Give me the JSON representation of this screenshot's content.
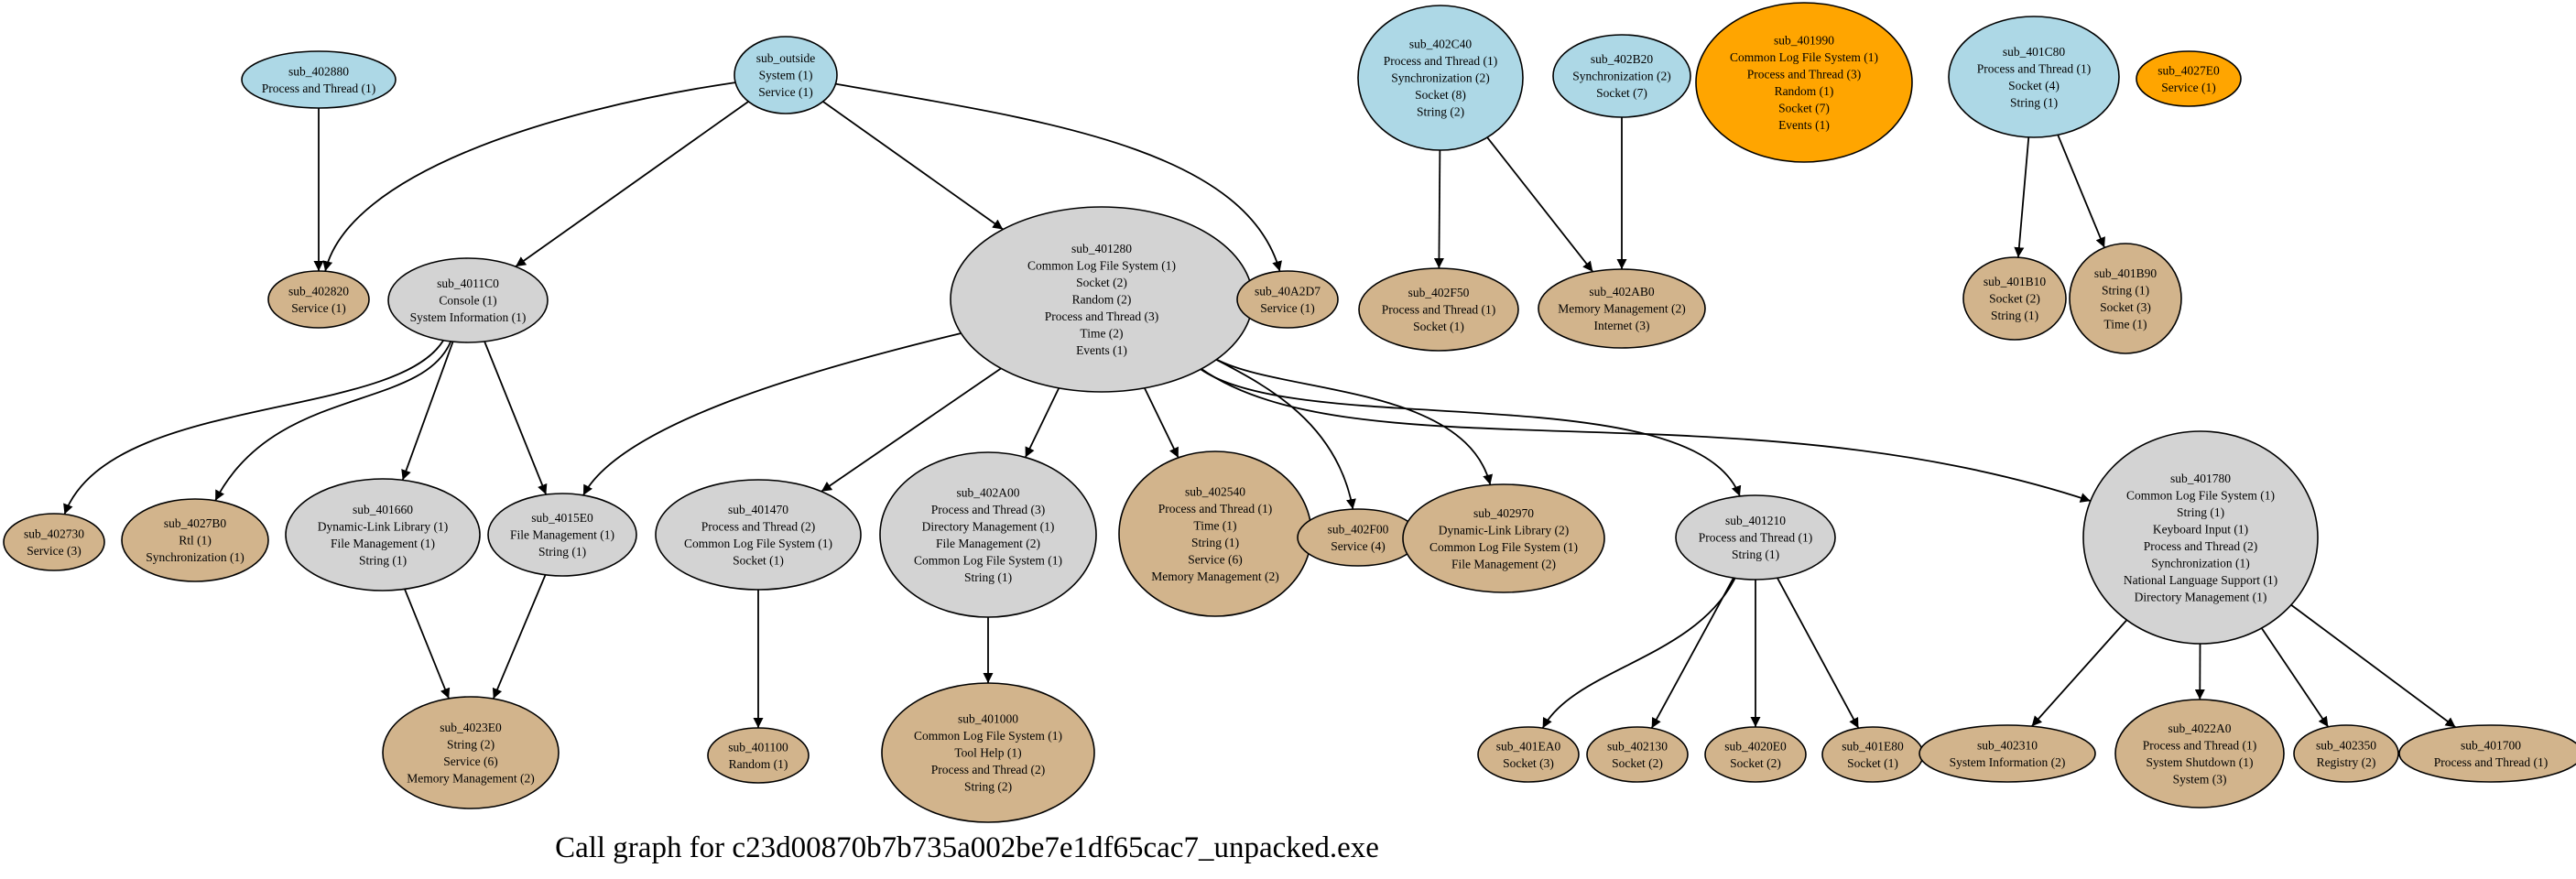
{
  "title": "Call graph for c23d00870b7b735a002be7e1df65cac7_unpacked.exe",
  "colors": {
    "blue": "#add8e6",
    "orange": "#ffa500",
    "gray": "#d3d3d3",
    "tan": "#d2b48c"
  },
  "nodes": [
    {
      "id": "sub_402880",
      "color": "blue",
      "lines": [
        "sub_402880",
        "Process and Thread (1)"
      ]
    },
    {
      "id": "sub_outside",
      "color": "blue",
      "lines": [
        "sub_outside",
        "System (1)",
        "Service (1)"
      ]
    },
    {
      "id": "sub_402C40",
      "color": "blue",
      "lines": [
        "sub_402C40",
        "Process and Thread (1)",
        "Synchronization (2)",
        "Socket (8)",
        "String (2)"
      ]
    },
    {
      "id": "sub_402B20",
      "color": "blue",
      "lines": [
        "sub_402B20",
        "Synchronization (2)",
        "Socket (7)"
      ]
    },
    {
      "id": "sub_401990",
      "color": "orange",
      "lines": [
        "sub_401990",
        "Common Log File System (1)",
        "Process and Thread (3)",
        "Random (1)",
        "Socket (7)",
        "Events (1)"
      ]
    },
    {
      "id": "sub_401C80",
      "color": "blue",
      "lines": [
        "sub_401C80",
        "Process and Thread (1)",
        "Socket (4)",
        "String (1)"
      ]
    },
    {
      "id": "sub_4027E0",
      "color": "orange",
      "lines": [
        "sub_4027E0",
        "Service (1)"
      ]
    },
    {
      "id": "sub_402820",
      "color": "tan",
      "lines": [
        "sub_402820",
        "Service (1)"
      ]
    },
    {
      "id": "sub_4011C0",
      "color": "gray",
      "lines": [
        "sub_4011C0",
        "Console (1)",
        "System Information (1)"
      ]
    },
    {
      "id": "sub_401280",
      "color": "gray",
      "lines": [
        "sub_401280",
        "Common Log File System (1)",
        "Socket (2)",
        "Random (2)",
        "Process and Thread (3)",
        "Time (2)",
        "Events (1)"
      ]
    },
    {
      "id": "sub_40A2D7",
      "color": "tan",
      "lines": [
        "sub_40A2D7",
        "Service (1)"
      ]
    },
    {
      "id": "sub_402F50",
      "color": "tan",
      "lines": [
        "sub_402F50",
        "Process and Thread (1)",
        "Socket (1)"
      ]
    },
    {
      "id": "sub_402AB0",
      "color": "tan",
      "lines": [
        "sub_402AB0",
        "Memory Management (2)",
        "Internet (3)"
      ]
    },
    {
      "id": "sub_401B10",
      "color": "tan",
      "lines": [
        "sub_401B10",
        "Socket (2)",
        "String (1)"
      ]
    },
    {
      "id": "sub_401B90",
      "color": "tan",
      "lines": [
        "sub_401B90",
        "String (1)",
        "Socket (3)",
        "Time (1)"
      ]
    },
    {
      "id": "sub_402730",
      "color": "tan",
      "lines": [
        "sub_402730",
        "Service (3)"
      ]
    },
    {
      "id": "sub_4027B0",
      "color": "tan",
      "lines": [
        "sub_4027B0",
        "Rtl (1)",
        "Synchronization (1)"
      ]
    },
    {
      "id": "sub_401660",
      "color": "gray",
      "lines": [
        "sub_401660",
        "Dynamic-Link Library (1)",
        "File Management (1)",
        "String (1)"
      ]
    },
    {
      "id": "sub_4015E0",
      "color": "gray",
      "lines": [
        "sub_4015E0",
        "File Management (1)",
        "String (1)"
      ]
    },
    {
      "id": "sub_401470",
      "color": "gray",
      "lines": [
        "sub_401470",
        "Process and Thread (2)",
        "Common Log File System (1)",
        "Socket (1)"
      ]
    },
    {
      "id": "sub_402A00",
      "color": "gray",
      "lines": [
        "sub_402A00",
        "Process and Thread (3)",
        "Directory Management (1)",
        "File Management (2)",
        "Common Log File System (1)",
        "String (1)"
      ]
    },
    {
      "id": "sub_402540",
      "color": "tan",
      "lines": [
        "sub_402540",
        "Process and Thread (1)",
        "Time (1)",
        "String (1)",
        "Service (6)",
        "Memory Management (2)"
      ]
    },
    {
      "id": "sub_402F00",
      "color": "tan",
      "lines": [
        "sub_402F00",
        "Service (4)"
      ]
    },
    {
      "id": "sub_402970",
      "color": "tan",
      "lines": [
        "sub_402970",
        "Dynamic-Link Library (2)",
        "Common Log File System (1)",
        "File Management (2)"
      ]
    },
    {
      "id": "sub_401210",
      "color": "gray",
      "lines": [
        "sub_401210",
        "Process and Thread (1)",
        "String (1)"
      ]
    },
    {
      "id": "sub_401780",
      "color": "gray",
      "lines": [
        "sub_401780",
        "Common Log File System (1)",
        "String (1)",
        "Keyboard Input (1)",
        "Process and Thread (2)",
        "Synchronization (1)",
        "National Language Support (1)",
        "Directory Management (1)"
      ]
    },
    {
      "id": "sub_4023E0",
      "color": "tan",
      "lines": [
        "sub_4023E0",
        "String (2)",
        "Service (6)",
        "Memory Management (2)"
      ]
    },
    {
      "id": "sub_401100",
      "color": "tan",
      "lines": [
        "sub_401100",
        "Random (1)"
      ]
    },
    {
      "id": "sub_401000",
      "color": "tan",
      "lines": [
        "sub_401000",
        "Common Log File System (1)",
        "Tool Help (1)",
        "Process and Thread (2)",
        "String (2)"
      ]
    },
    {
      "id": "sub_401EA0",
      "color": "tan",
      "lines": [
        "sub_401EA0",
        "Socket (3)"
      ]
    },
    {
      "id": "sub_402130",
      "color": "tan",
      "lines": [
        "sub_402130",
        "Socket (2)"
      ]
    },
    {
      "id": "sub_4020E0",
      "color": "tan",
      "lines": [
        "sub_4020E0",
        "Socket (2)"
      ]
    },
    {
      "id": "sub_401E80",
      "color": "tan",
      "lines": [
        "sub_401E80",
        "Socket (1)"
      ]
    },
    {
      "id": "sub_402310",
      "color": "tan",
      "lines": [
        "sub_402310",
        "System Information (2)"
      ]
    },
    {
      "id": "sub_4022A0",
      "color": "tan",
      "lines": [
        "sub_4022A0",
        "Process and Thread (1)",
        "System Shutdown (1)",
        "System (3)"
      ]
    },
    {
      "id": "sub_402350",
      "color": "tan",
      "lines": [
        "sub_402350",
        "Registry (2)"
      ]
    },
    {
      "id": "sub_401700",
      "color": "tan",
      "lines": [
        "sub_401700",
        "Process and Thread (1)"
      ]
    }
  ],
  "edges": [
    [
      "sub_402880",
      "sub_402820"
    ],
    [
      "sub_outside",
      "sub_402820"
    ],
    [
      "sub_outside",
      "sub_4011C0"
    ],
    [
      "sub_outside",
      "sub_401280"
    ],
    [
      "sub_outside",
      "sub_40A2D7"
    ],
    [
      "sub_402C40",
      "sub_402F50"
    ],
    [
      "sub_402C40",
      "sub_402AB0"
    ],
    [
      "sub_402B20",
      "sub_402AB0"
    ],
    [
      "sub_401C80",
      "sub_401B10"
    ],
    [
      "sub_401C80",
      "sub_401B90"
    ],
    [
      "sub_4011C0",
      "sub_402730"
    ],
    [
      "sub_4011C0",
      "sub_4027B0"
    ],
    [
      "sub_4011C0",
      "sub_401660"
    ],
    [
      "sub_4011C0",
      "sub_4015E0"
    ],
    [
      "sub_401280",
      "sub_4015E0"
    ],
    [
      "sub_401280",
      "sub_401470"
    ],
    [
      "sub_401280",
      "sub_402A00"
    ],
    [
      "sub_401280",
      "sub_402540"
    ],
    [
      "sub_401280",
      "sub_402F00"
    ],
    [
      "sub_401280",
      "sub_402970"
    ],
    [
      "sub_401280",
      "sub_401210"
    ],
    [
      "sub_401280",
      "sub_401780"
    ],
    [
      "sub_401660",
      "sub_4023E0"
    ],
    [
      "sub_4015E0",
      "sub_4023E0"
    ],
    [
      "sub_401470",
      "sub_401100"
    ],
    [
      "sub_402A00",
      "sub_401000"
    ],
    [
      "sub_401210",
      "sub_401EA0"
    ],
    [
      "sub_401210",
      "sub_402130"
    ],
    [
      "sub_401210",
      "sub_4020E0"
    ],
    [
      "sub_401210",
      "sub_401E80"
    ],
    [
      "sub_401780",
      "sub_402310"
    ],
    [
      "sub_401780",
      "sub_4022A0"
    ],
    [
      "sub_401780",
      "sub_402350"
    ],
    [
      "sub_401780",
      "sub_401700"
    ]
  ]
}
